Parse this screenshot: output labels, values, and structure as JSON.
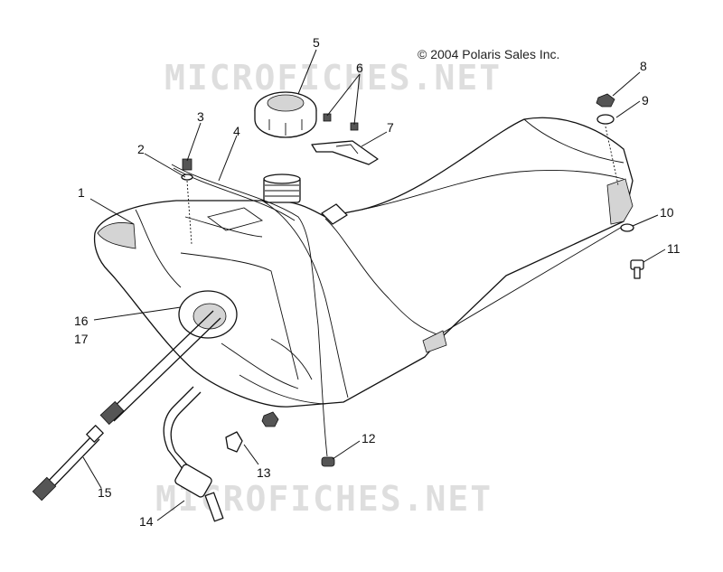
{
  "copyright": "© 2004 Polaris Sales Inc.",
  "watermark": "MICROFICHES.NET",
  "callouts": {
    "c1": "1",
    "c2": "2",
    "c3": "3",
    "c4": "4",
    "c5": "5",
    "c6": "6",
    "c7": "7",
    "c8": "8",
    "c9": "9",
    "c10": "10",
    "c11": "11",
    "c12": "12",
    "c13": "13",
    "c14": "14",
    "c15": "15",
    "c16": "16",
    "c17": "17"
  }
}
